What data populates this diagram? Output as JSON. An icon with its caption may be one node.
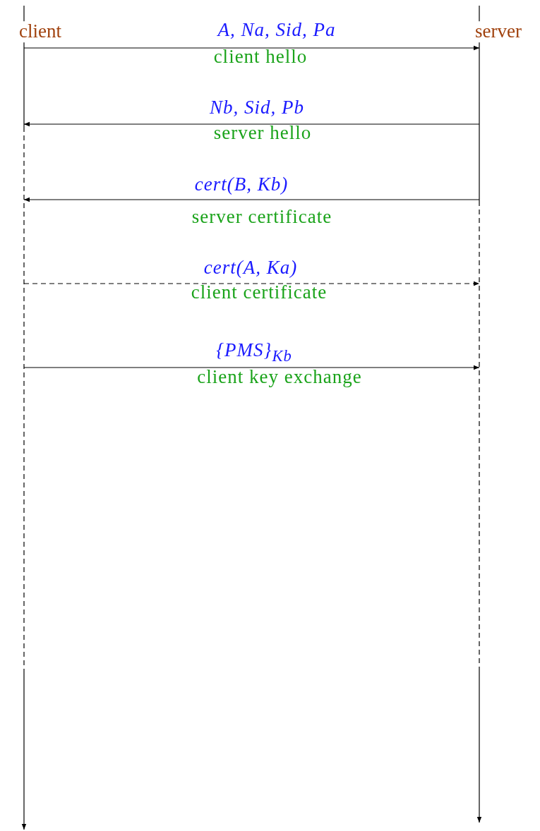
{
  "diagram": {
    "nodes": [
      {
        "text": [
          "client"
        ]
      },
      {
        "text": [
          "server"
        ]
      }
    ],
    "edges": [
      {
        "from": 0,
        "to": 1,
        "arrow": "to",
        "label": "A, Na, Sid, Pa"
      },
      {
        "from": 1,
        "to": 0,
        "arrow": "to",
        "label": "Nb, Sid, Pb"
      },
      {
        "from": 1,
        "to": 0,
        "arrow": "to",
        "label": "cert(B, Kb)"
      },
      {
        "from": 0,
        "to": 1,
        "arrow": "to",
        "label": "cert(A, Ka)",
        "style": "dashed"
      },
      {
        "from": 0,
        "to": 1,
        "arrow": "to",
        "label": "{PMS}$_{Kb}$"
      }
    ],
    "labels": [
      "client hello",
      "server hello",
      "server certificate",
      "client certificate",
      "client key exchange"
    ]
  }
}
